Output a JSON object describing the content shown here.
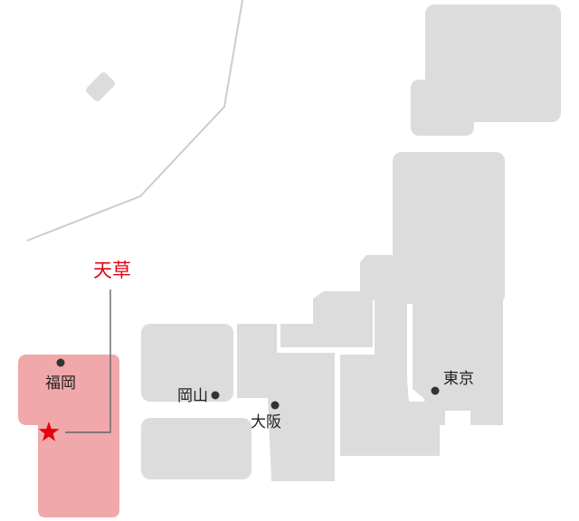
{
  "map": {
    "land_color": "#dcdcdc",
    "highlight_color": "#f0a8aa",
    "accent_color": "#e60012",
    "boundary_color": "#cccccc",
    "border_color": "#ffffff",
    "highlight": {
      "label": "天草",
      "marker_icon": "star-icon"
    },
    "cities": {
      "fukuoka": "福岡",
      "okayama": "岡山",
      "osaka": "大阪",
      "tokyo": "東京"
    }
  }
}
